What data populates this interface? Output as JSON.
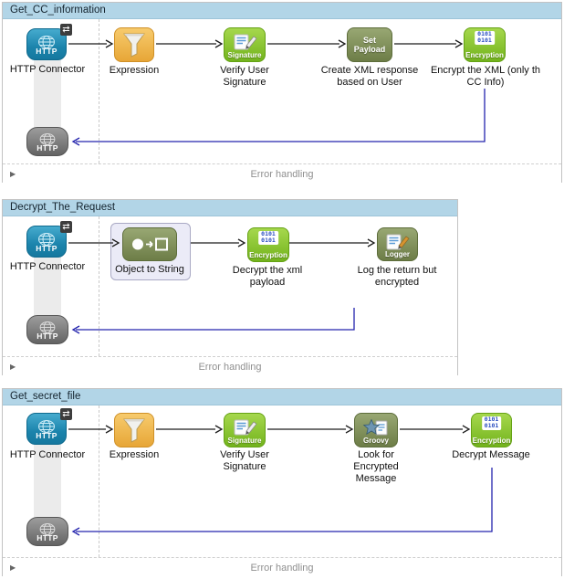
{
  "flows": [
    {
      "title": "Get_CC_information",
      "source": {
        "icon_label": "HTTP",
        "label": "HTTP Connector"
      },
      "response": {
        "icon_label": "HTTP"
      },
      "steps": [
        {
          "label": "Expression"
        },
        {
          "icon_text": "Signature",
          "label": "Verify User Signature"
        },
        {
          "icon_text": "Set Payload",
          "label": "Create XML response based on User"
        },
        {
          "icon_text": "Encryption",
          "binary": [
            "0101",
            "0101"
          ],
          "label": "Encrypt the XML (only th CC Info)"
        }
      ],
      "error_handling": "Error handling"
    },
    {
      "title": "Decrypt_The_Request",
      "source": {
        "icon_label": "HTTP",
        "label": "HTTP Connector"
      },
      "response": {
        "icon_label": "HTTP"
      },
      "steps": [
        {
          "label": "Object to String"
        },
        {
          "icon_text": "Encryption",
          "binary": [
            "0101",
            "0101"
          ],
          "label": "Decrypt the xml payload"
        },
        {
          "icon_text": "Logger",
          "label": "Log the return but encrypted"
        }
      ],
      "error_handling": "Error handling"
    },
    {
      "title": "Get_secret_file",
      "source": {
        "icon_label": "HTTP",
        "label": "HTTP Connector"
      },
      "response": {
        "icon_label": "HTTP"
      },
      "steps": [
        {
          "label": "Expression"
        },
        {
          "icon_text": "Signature",
          "label": "Verify User Signature"
        },
        {
          "icon_text": "Groovy",
          "label": "Look for Encrypted Message"
        },
        {
          "icon_text": "Encryption",
          "binary": [
            "0101",
            "0101"
          ],
          "label": "Decrypt Message"
        }
      ],
      "error_handling": "Error handling"
    }
  ],
  "icons": {
    "exchange_badge": "⇄",
    "expander": "▶"
  },
  "colors": {
    "title_bar": "#b2d5e7",
    "flow_border": "#c3c3c3",
    "return_line": "#2424ad",
    "arrow": "#1c1c1c",
    "http_blue": "#1b84ac",
    "http_gray": "#707070",
    "orange": "#e7a637",
    "bright_green": "#8cc732",
    "olive_green": "#7c8c55",
    "selection_fill": "#ebebf7"
  }
}
